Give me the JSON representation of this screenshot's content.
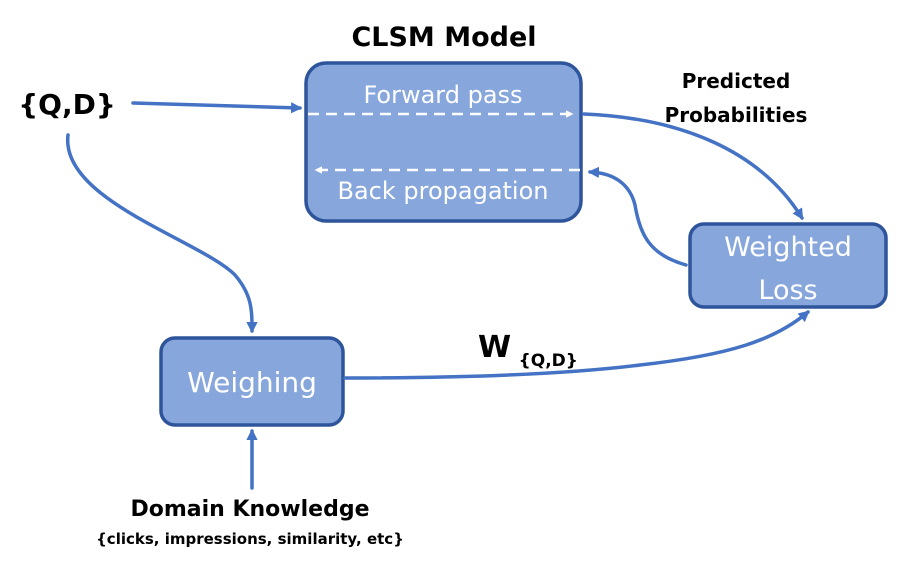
{
  "title": "CLSM Model",
  "input": "{Q,D}",
  "output_label_line1": "Predicted",
  "output_label_line2": "Probabilities",
  "model_box": {
    "forward": "Forward pass",
    "backward": "Back propagation"
  },
  "loss_box": {
    "line1": "Weighted",
    "line2": "Loss"
  },
  "weighing_box": {
    "label": "Weighing"
  },
  "weight": {
    "symbol": "W",
    "subscript": "{Q,D}"
  },
  "domain": {
    "title": "Domain Knowledge",
    "subtitle": "{clicks, impressions, similarity, etc}"
  },
  "colors": {
    "box_fill": "#86A6DC",
    "box_stroke": "#2E559B",
    "arrow": "#4472C4",
    "box_text": "#FFFFFF"
  }
}
